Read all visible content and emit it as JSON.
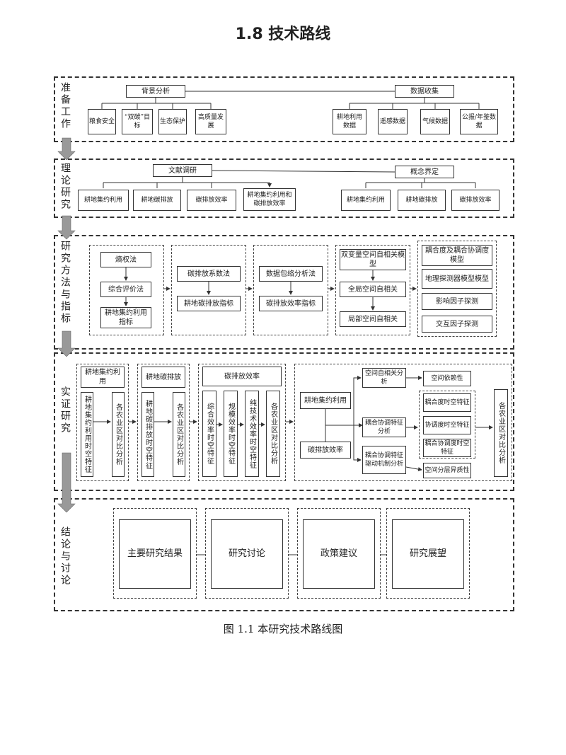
{
  "title": "1.8  技术路线",
  "caption": "图 1.1  本研究技术路线图",
  "sections": {
    "prep": {
      "label": "准备工作",
      "background": "背景分析",
      "data_collect": "数据收集",
      "bg_items": [
        "粮食安全",
        "“双碳”目标",
        "生态保护",
        "高质量发展"
      ],
      "data_items": [
        "耕地利用数据",
        "遥感数据",
        "气候数据",
        "公报/年鉴数据"
      ]
    },
    "theory": {
      "label": "理论研究",
      "literature": "文献调研",
      "concept": "概念界定",
      "lit_items": [
        "耕地集约利用",
        "耕地碳排放",
        "碳排放效率",
        "耕地集约利用和碳排放效率"
      ],
      "concept_items": [
        "耕地集约利用",
        "耕地碳排放",
        "碳排放效率"
      ]
    },
    "methods": {
      "label": "研究方法与指标",
      "g1": [
        "熵权法",
        "综合评价法",
        "耕地集约利用指标"
      ],
      "g2": [
        "碳排放系数法",
        "耕地碳排放指标"
      ],
      "g3": [
        "数据包络分析法",
        "碳排放效率指标"
      ],
      "g4": [
        "双变量空间自相关模型",
        "全局空间自相关",
        "局部空间自相关"
      ],
      "g5": [
        "耦合度及耦合协调度模型",
        "地理探测器模型模型",
        "影响因子探测",
        "交互因子探测"
      ]
    },
    "empirical": {
      "label": "实证研究",
      "p1_title": "耕地集约利用",
      "p1_cols": [
        "耕地集约利用时空特征",
        "各农业区对比分析"
      ],
      "p2_title": "耕地碳排放",
      "p2_cols": [
        "耕地碳排放时空特征",
        "各农业区对比分析"
      ],
      "p3_title": "碳排放效率",
      "p3_cols": [
        "综合效率时空特征",
        "规模效率时空特征",
        "纯技术效率时空特征",
        "各农业区对比分析"
      ],
      "p4_inputs": [
        "耕地集约利用",
        "碳排放效率"
      ],
      "p4_mid": [
        "空间自相关分析",
        "耦合协调特征分析",
        "耦合协调特征驱动机制分析"
      ],
      "p4_right": [
        "空间依赖性",
        "耦合度时空特征",
        "协调度时空特征",
        "耦合协调度时空特征",
        "空间分层异质性"
      ],
      "p4_end": "各农业区对比分析"
    },
    "conclusion": {
      "label": "结论与讨论",
      "items": [
        "主要研究结果",
        "研究讨论",
        "政策建议",
        "研究展望"
      ]
    }
  }
}
